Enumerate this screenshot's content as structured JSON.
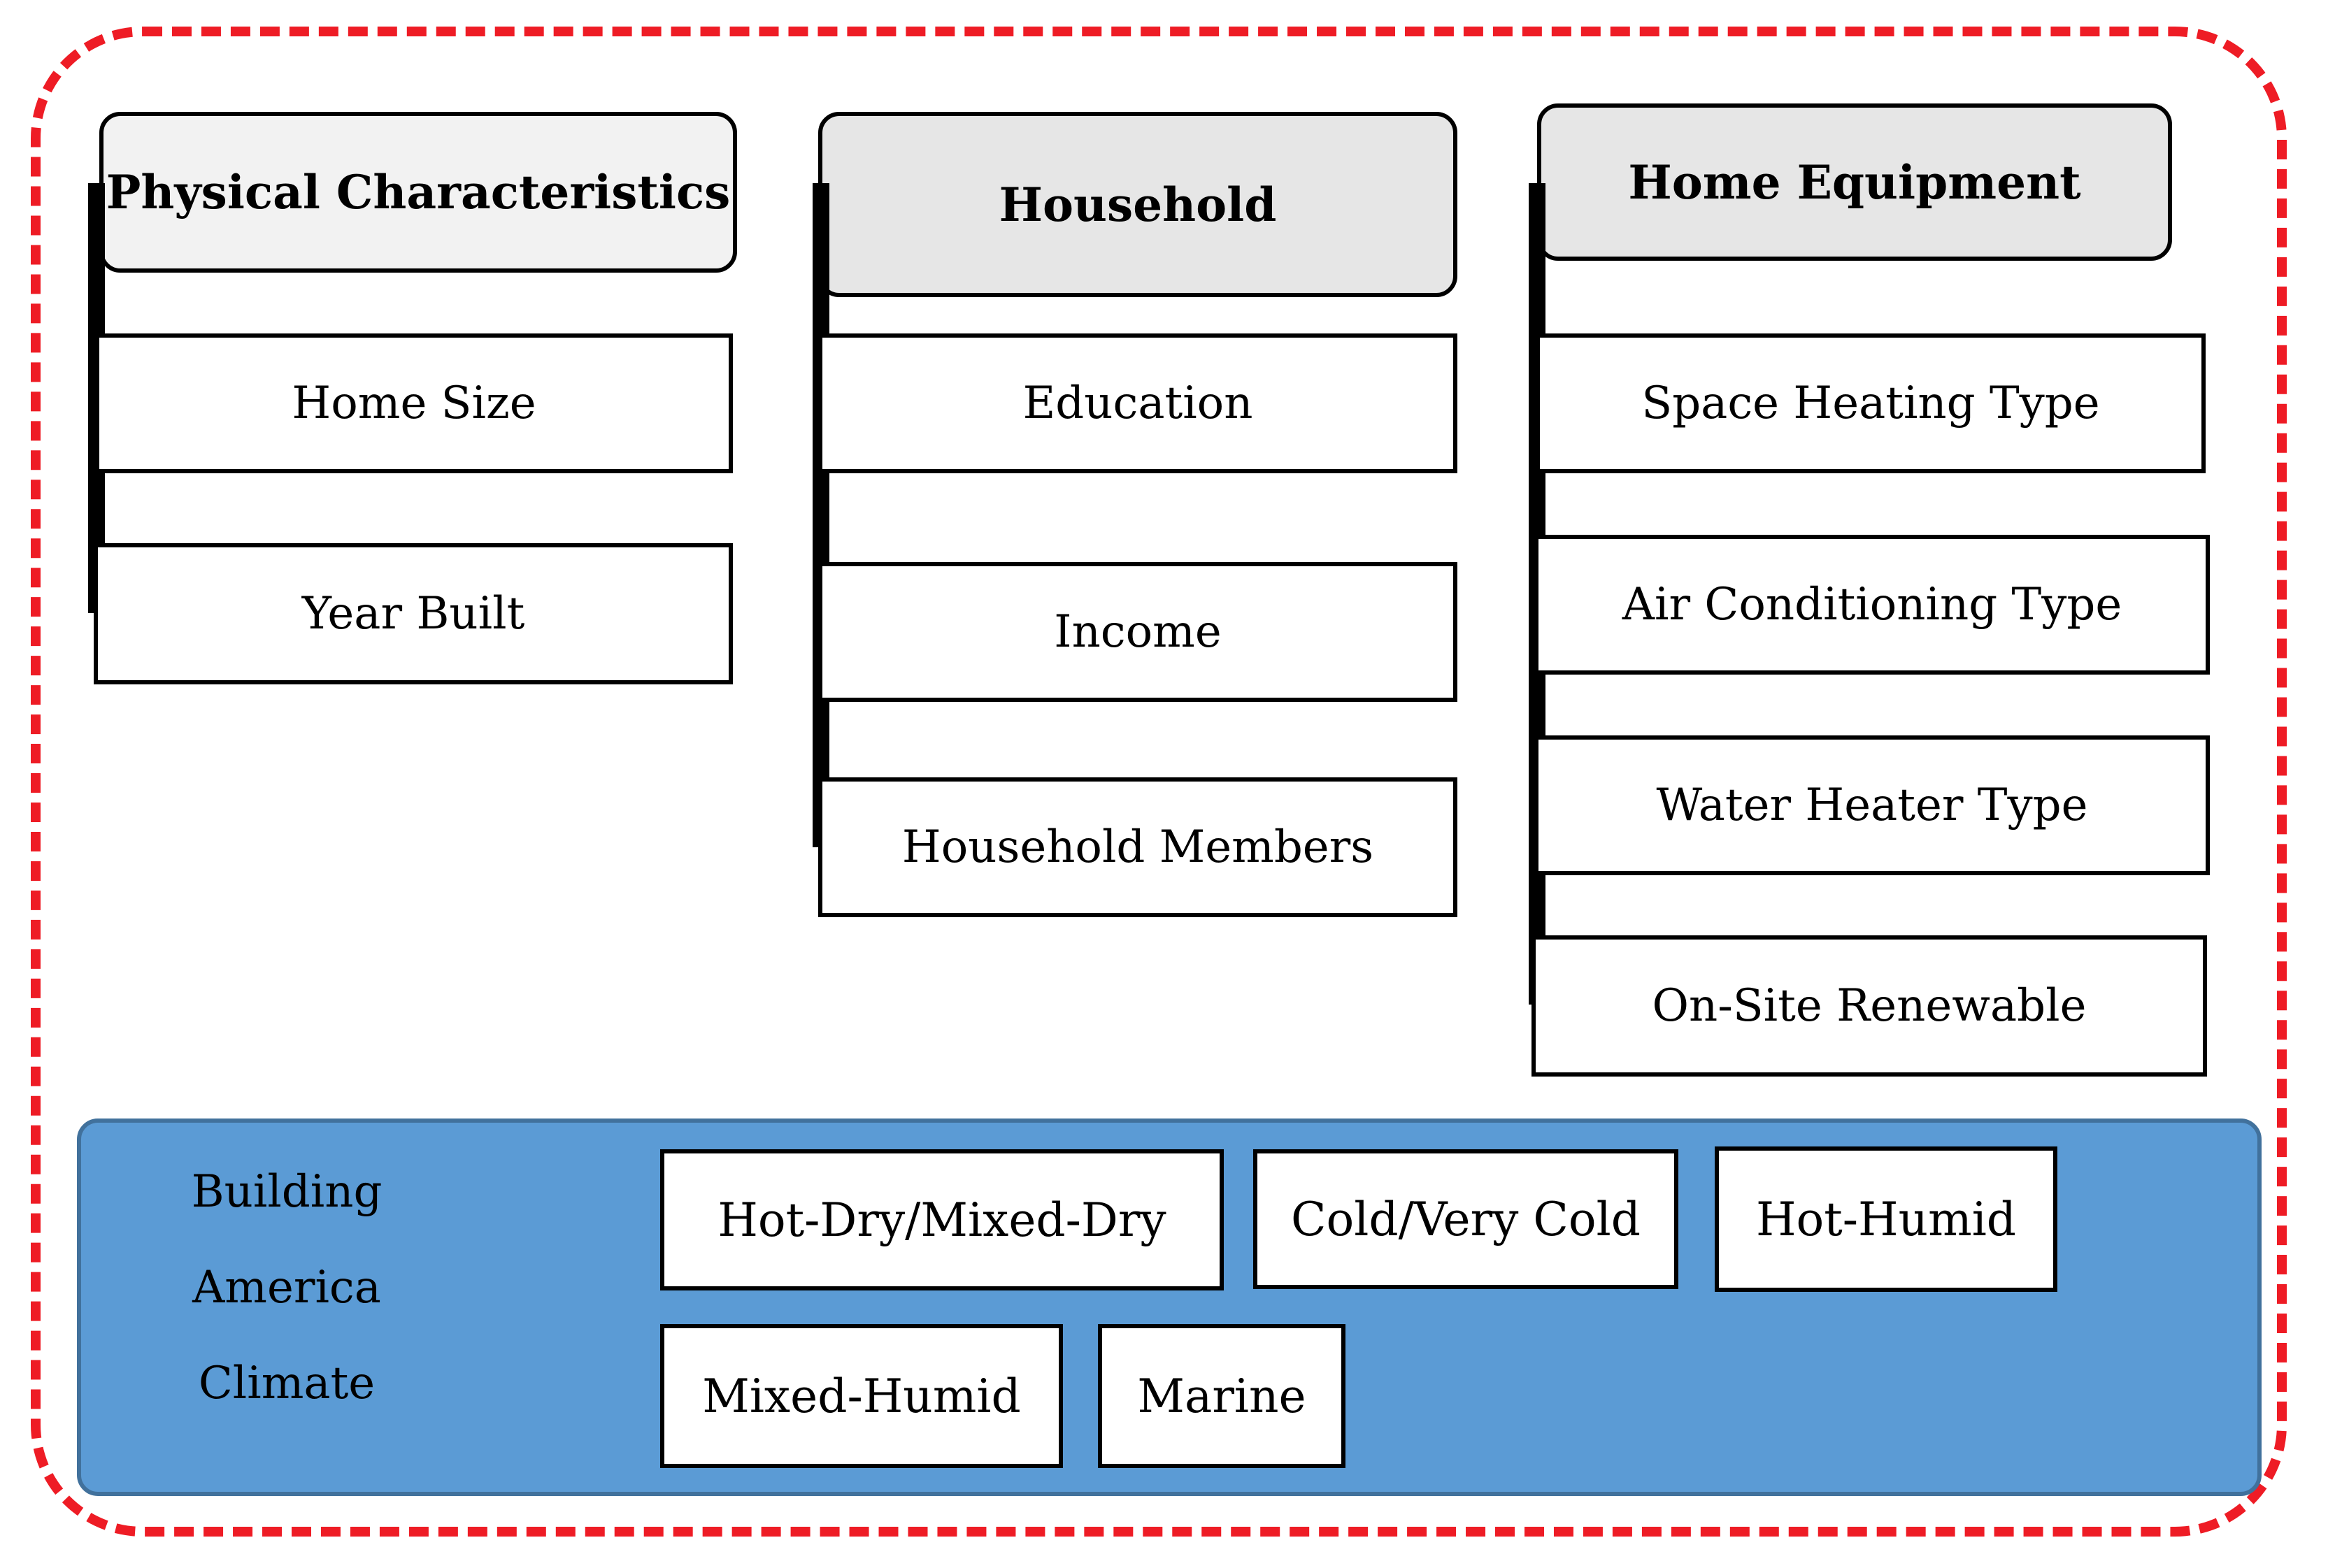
{
  "categories": [
    {
      "title": "Physical Characteristics",
      "items": [
        "Home Size",
        "Year Built"
      ]
    },
    {
      "title": "Household",
      "items": [
        "Education",
        "Income",
        "Household Members"
      ]
    },
    {
      "title": "Home Equipment",
      "items": [
        "Space Heating Type",
        "Air Conditioning Type",
        "Water Heater Type",
        "On-Site Renewable"
      ]
    }
  ],
  "climate": {
    "label_lines": [
      "Building",
      "America",
      "Climate"
    ],
    "zones": [
      "Hot-Dry/Mixed-Dry",
      "Cold/Very Cold",
      "Hot-Humid",
      "Mixed-Humid",
      "Marine"
    ]
  },
  "colors": {
    "frame": "#ee1c25",
    "panel": "#5b9bd5",
    "panel_border": "#41719c",
    "header_fill_1": "#f2f2f2",
    "header_fill_2": "#e6e6e6"
  }
}
